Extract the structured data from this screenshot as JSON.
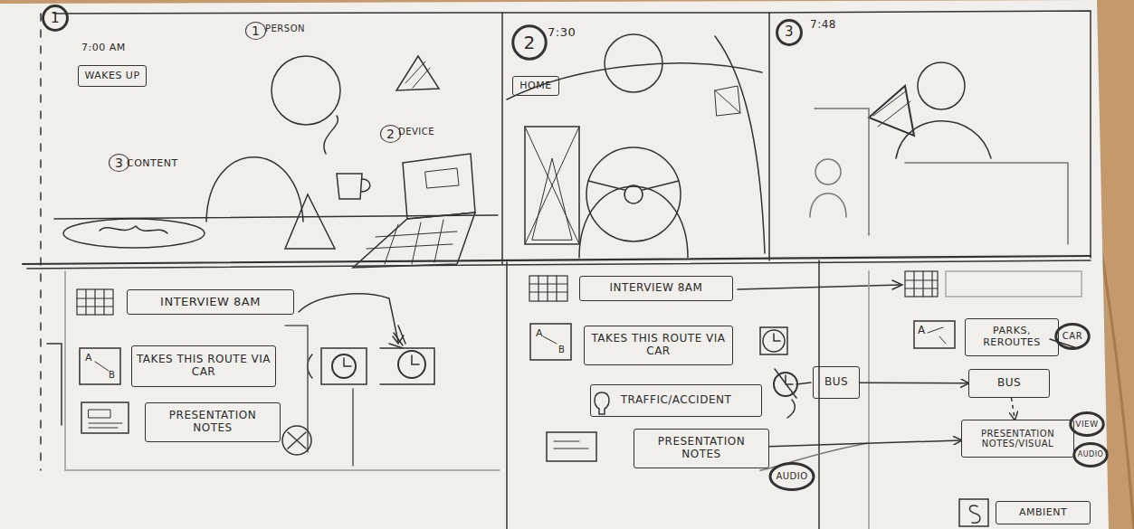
{
  "diagram": {
    "nodes": [
      {
        "text": [
          "WAKES UP"
        ]
      },
      {
        "text": [
          "1"
        ]
      },
      {
        "text": [
          "2"
        ]
      },
      {
        "text": [
          "HOME"
        ]
      },
      {
        "text": [
          "3"
        ]
      },
      {
        "text": [
          "INTERVIEW 8AM"
        ]
      },
      {
        "text": [
          "TAKES THIS ROUTE VIA CAR"
        ]
      },
      {
        "text": [
          "PRESENTATION NOTES"
        ]
      },
      {
        "text": [
          "INTERVIEW 8AM"
        ]
      },
      {
        "text": [
          "TAKES THIS ROUTE VIA CAR"
        ]
      },
      {
        "text": [
          "TRAFFIC/ACCIDENT"
        ]
      },
      {
        "text": [
          "BUS"
        ]
      },
      {
        "text": [
          "PRESENTATION NOTES"
        ]
      },
      {
        "text": [
          "AUDIO"
        ]
      },
      {
        "text": [
          "PARKS, REROUTES"
        ]
      },
      {
        "text": [
          "CAR"
        ]
      },
      {
        "text": [
          "BUS"
        ]
      },
      {
        "text": [
          "PRESENTATION NOTES/VISUAL"
        ]
      },
      {
        "text": [
          "VIEW"
        ]
      },
      {
        "text": [
          "AUDIO"
        ]
      },
      {
        "text": [
          "AMBIENT"
        ]
      }
    ],
    "edges": [
      {
        "from": 11,
        "to": 16,
        "arrow": "to"
      },
      {
        "from": 12,
        "to": 17,
        "arrow": "to"
      },
      {
        "from": 16,
        "to": 17,
        "arrow": "to"
      }
    ],
    "labels": [
      "7:00 AM",
      "1",
      "PERSON",
      "2",
      "DEVICE",
      "3",
      "CONTENT",
      "7:30",
      "7:48",
      "A",
      "B",
      "A",
      "B",
      "A"
    ]
  }
}
